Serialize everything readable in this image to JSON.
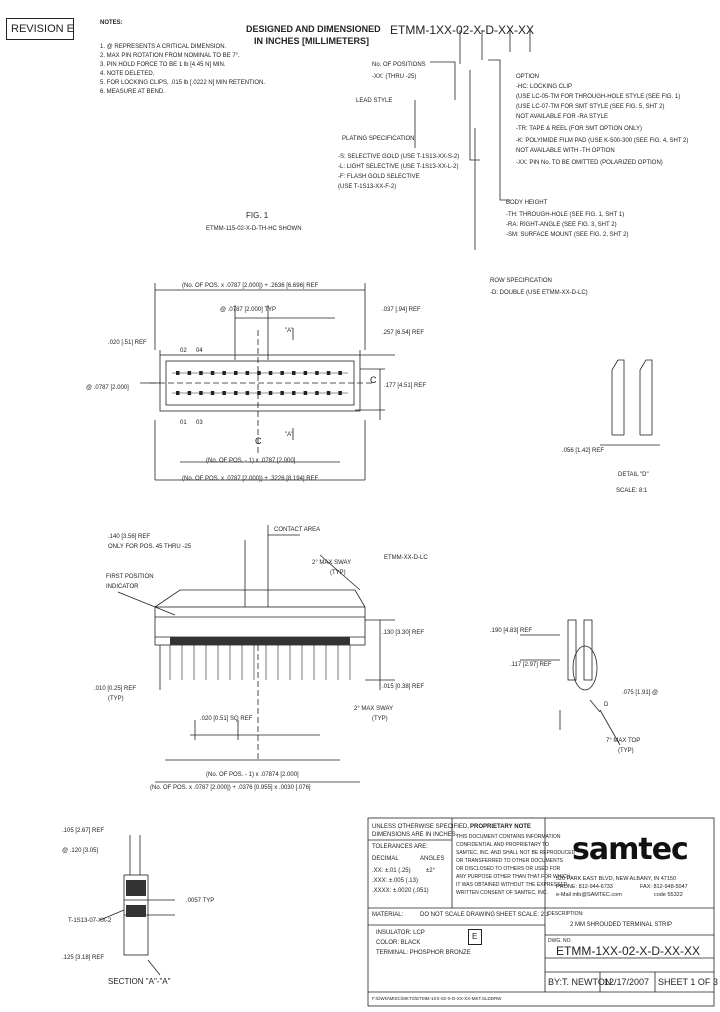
{
  "revision": "REVISION E",
  "notes_title": "NOTES:",
  "notes": [
    "1. @ REPRESENTS A CRITICAL DIMENSION.",
    "2. MAX PIN ROTATION FROM NOMINAL TO BE 7°.",
    "3. PIN HOLD FORCE TO BE 1 lb [4.45 N] MIN.",
    "4. NOTE DELETED.",
    "5. FOR LOCKING CLIPS, .015 lb [.0222 N] MIN RETENTION.",
    "6. MEASURE AT BEND."
  ],
  "designed_title_1": "DESIGNED AND DIMENSIONED",
  "designed_title_2": "IN INCHES [MILLIMETERS]",
  "part_number": "ETMM-1XX-02-X-D-XX-XX",
  "positions_label": "No. OF POSITIONS",
  "positions_range": "-XX: (THRU -25)",
  "lead_style": "LEAD STYLE",
  "plating_title": "PLATING SPECIFICATION",
  "plating_items": [
    "-S: SELECTIVE GOLD (USE T-1S13-XX-S-2)",
    "-L: LIGHT SELECTIVE (USE T-1S13-XX-L-2)",
    "-F: FLASH GOLD SELECTIVE",
    "    (USE T-1S13-XX-F-2)"
  ],
  "option_title": "OPTION",
  "option_items": [
    "-HC: LOCKING CLIP",
    "  (USE LC-05-TM FOR THROUGH-HOLE STYLE (SEE FIG. 1)",
    "  (USE LC-07-TM FOR SMT STYLE (SEE FIG. 5, SHT 2)",
    "  NOT AVAILABLE FOR -RA STYLE",
    "-TR: TAPE & REEL (FOR SMT OPTION ONLY)",
    "-K: POLYIMIDE FILM PAD (USE K-500-300 (SEE FIG. 4, SHT 2)",
    "  NOT AVAILABLE WITH -TH OPTION",
    "-XX: PIN No. TO BE OMITTED (POLARIZED OPTION)"
  ],
  "body_height_title": "BODY HEIGHT",
  "body_height_items": [
    "-TH: THROUGH-HOLE (SEE FIG. 1, SHT 1)",
    "-RA: RIGHT-ANGLE (SEE FIG. 3, SHT 2)",
    "-SM: SURFACE MOUNT (SEE FIG. 2, SHT 2)"
  ],
  "row_spec_title": "ROW SPECIFICATION",
  "row_spec_item": "-D: DOUBLE (USE ETMM-XX-D-LC)",
  "fig1_title": "FIG. 1",
  "fig1_sub": "ETMM-115-02-X-D-TH-HC SHOWN",
  "dims": {
    "top_ref": "(No. OF POS. x .0787 [2.000]) + .2636 [6.696] REF",
    "pitch": "@ .0787 [2.000] TYP",
    "d037": ".037 [.94] REF",
    "d257": ".257 [6.54] REF",
    "d020": ".020 [.51] REF",
    "d0787": "@ .0787 [2.000]",
    "d177": ".177 [4.51] REF",
    "pin_02": "02",
    "pin_04": "04",
    "pin_01": "01",
    "pin_03": "03",
    "a_label": "\"A\"",
    "cl": "C",
    "mid_ref": "(No. OF POS. - 1) x .0787 [2.000]",
    "bot_ref": "(No. OF POS. x .0787 [2.000]) + .3226 [8.194] REF",
    "d056": ".056 [1.42] REF",
    "detail_d": "DETAIL \"D\"",
    "scale": "SCALE: 8:1",
    "d140": ".140 [3.56] REF",
    "d140_note": "ONLY FOR POS. 45 THRU -25",
    "contact_area": "CONTACT AREA",
    "first_pos": "FIRST POSITION",
    "indicator": "INDICATOR",
    "max_sway": "2° MAX SWAY",
    "typ": "(TYP)",
    "etmm_lc": "ETMM-XX-D-LC",
    "d130": ".130 [3.30] REF",
    "d015": ".015 [0.38] REF",
    "d010": ".010 [0.25] REF",
    "d020sq": ".020 [0.51] SQ REF",
    "max_sway2": "2° MAX SWAY",
    "pin_mid": "(No. OF POS. - 1) x .07874 [2.000]",
    "pin_bot": "(No. OF POS. x .0787 [2.000]) + .0376 [0.955] x .0030 [.076]",
    "d190": ".190 [4.83] REF",
    "d117": ".117 [2.97] REF",
    "d075": ".075 [1.91] @",
    "d_label": "D",
    "max_7": "7° MAX TOP",
    "section_a": "SECTION \"A\"-\"A\"",
    "d105": ".105 [2.67] REF",
    "d120": "@ .120 [3.05]",
    "t1s13": "T-1S13-07-XX-2",
    "d0057": ".0057 TYP",
    "d125": ".125 [3.18] REF"
  },
  "title_block": {
    "unless": "UNLESS OTHERWISE SPECIFIED,",
    "dims_in": "DIMENSIONS ARE IN INCHES.",
    "tolerances": "TOLERANCES ARE:",
    "decimal": "DECIMAL",
    "angles": "ANGLES",
    "tol1": ".XX: ±.01 (.25)",
    "tol2": ".XXX: ±.005 (.13)",
    "tol3": ".XXXX: ±.0020 (.051)",
    "ang": "±2°",
    "proprietary": "PROPRIETARY NOTE",
    "prop_lines": [
      "THIS DOCUMENT CONTAINS INFORMATION",
      "CONFIDENTIAL AND PROPRIETARY TO",
      "SAMTEC, INC. AND SHALL NOT BE REPRODUCED",
      "OR TRANSFERRED TO OTHER DOCUMENTS",
      "OR DISCLOSED TO OTHERS OR USED FOR",
      "ANY PURPOSE OTHER THAN THAT FOR WHICH",
      "IT WAS OBTAINED WITHOUT THE EXPRESSED",
      "WRITTEN CONSENT OF SAMTEC, INC."
    ],
    "address": "520 PARK EAST BLVD, NEW ALBANY, IN 47150",
    "phone": "PHONE: 812-944-6733",
    "fax": "FAX: 812-948-5047",
    "email": "e-Mail info@SAMTEC.com",
    "code": "code 55322",
    "material": "MATERIAL:",
    "do_not_scale": "DO NOT SCALE DRAWING",
    "sheet_scale": "SHEET SCALE: 2:1",
    "insulator": "INSULATOR: LCP",
    "color": "COLOR: BLACK",
    "terminal": "TERMINAL: PHOSPHOR BRONZE",
    "rev_box": "E",
    "description_label": "DESCRIPTION:",
    "description": "2 MM SHROUDED TERMINAL STRIP",
    "dwg_label": "DWG. NO.",
    "dwg_no": "ETMM-1XX-02-X-D-XX-XX",
    "by": "BY:",
    "author": "T. NEWTON",
    "date": "12/17/2007",
    "sheet": "SHEET 1 OF 3",
    "filepath": "F:\\DWG\\MISC\\MKTG\\ETMM-1XX-02-X-D-XX-XX-MKT.SLDDRW",
    "logo": "samtec"
  }
}
